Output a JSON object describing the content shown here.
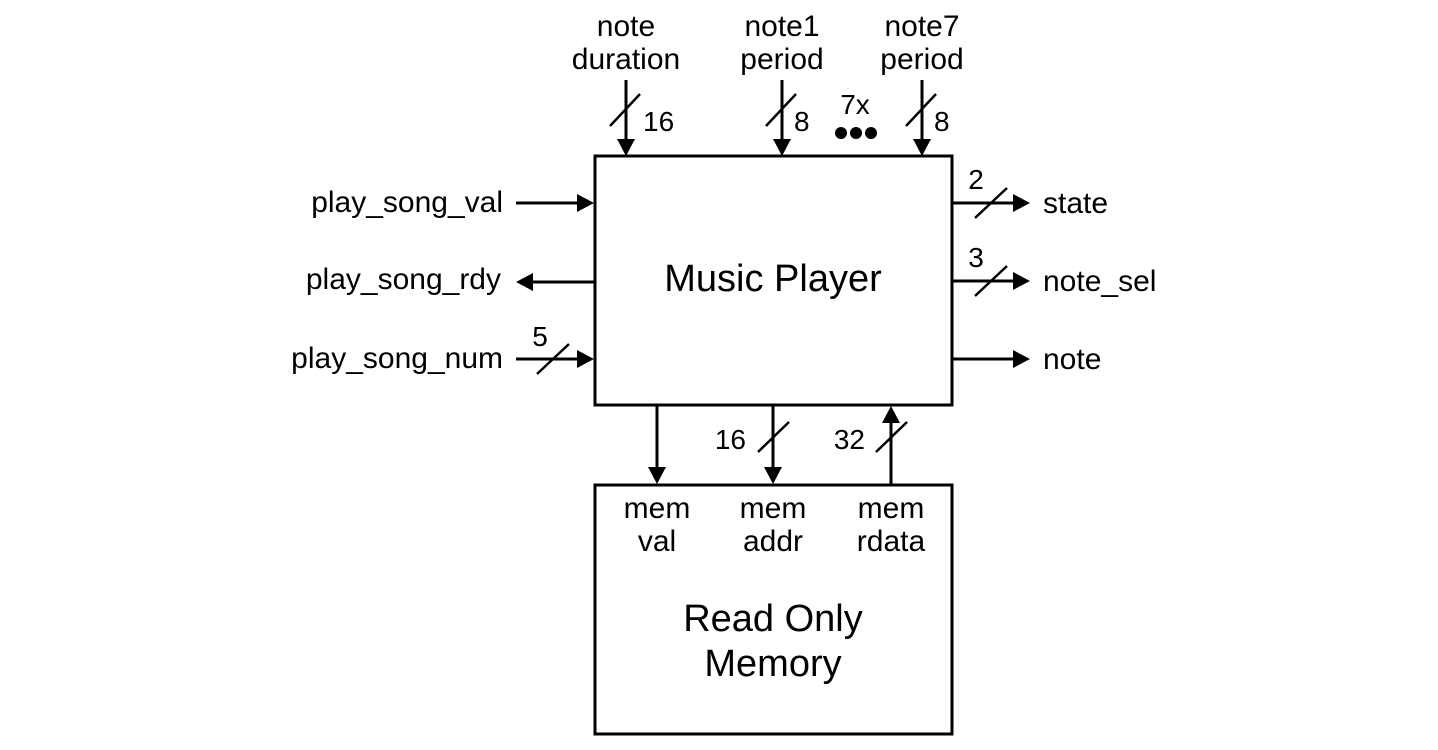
{
  "diagram": {
    "blocks": {
      "music_player": {
        "title": "Music Player"
      },
      "rom": {
        "title_line1": "Read Only",
        "title_line2": "Memory"
      }
    },
    "top_inputs": [
      {
        "line1": "note",
        "line2": "duration",
        "width": "16"
      },
      {
        "line1": "note1",
        "line2": "period",
        "width": "8"
      },
      {
        "line1": "note7",
        "line2": "period",
        "width": "8"
      }
    ],
    "repeat_label": "7x",
    "left_ports": [
      {
        "name": "play_song_val",
        "direction": "in",
        "width": ""
      },
      {
        "name": "play_song_rdy",
        "direction": "out",
        "width": ""
      },
      {
        "name": "play_song_num",
        "direction": "in",
        "width": "5"
      }
    ],
    "right_ports": [
      {
        "name": "state",
        "direction": "out",
        "width": "2"
      },
      {
        "name": "note_sel",
        "direction": "out",
        "width": "3"
      },
      {
        "name": "note",
        "direction": "out",
        "width": ""
      }
    ],
    "memory_ports": [
      {
        "line1": "mem",
        "line2": "val",
        "direction": "down",
        "width": ""
      },
      {
        "line1": "mem",
        "line2": "addr",
        "direction": "down",
        "width": "16"
      },
      {
        "line1": "mem",
        "line2": "rdata",
        "direction": "up",
        "width": "32"
      }
    ]
  }
}
